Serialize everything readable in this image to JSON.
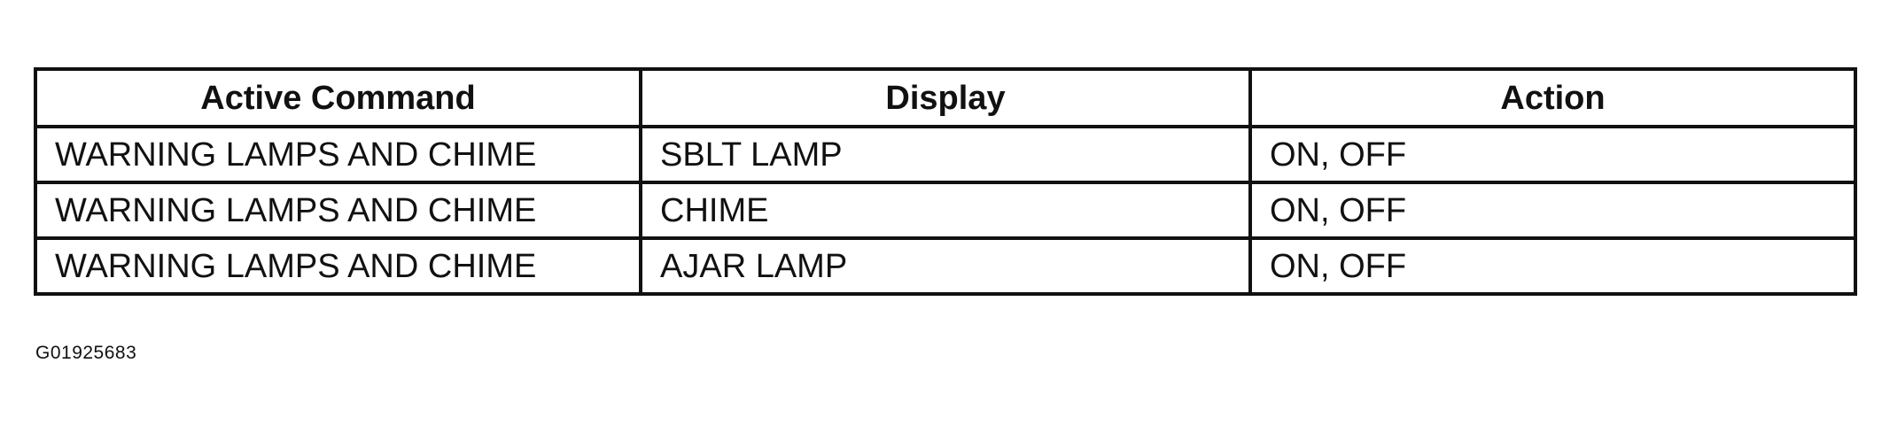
{
  "table": {
    "headers": [
      "Active Command",
      "Display",
      "Action"
    ],
    "rows": [
      [
        "WARNING LAMPS AND CHIME",
        "SBLT LAMP",
        "ON, OFF"
      ],
      [
        "WARNING LAMPS AND CHIME",
        "CHIME",
        "ON, OFF"
      ],
      [
        "WARNING LAMPS AND CHIME",
        "AJAR LAMP",
        "ON, OFF"
      ]
    ]
  },
  "figure_id": "G01925683"
}
